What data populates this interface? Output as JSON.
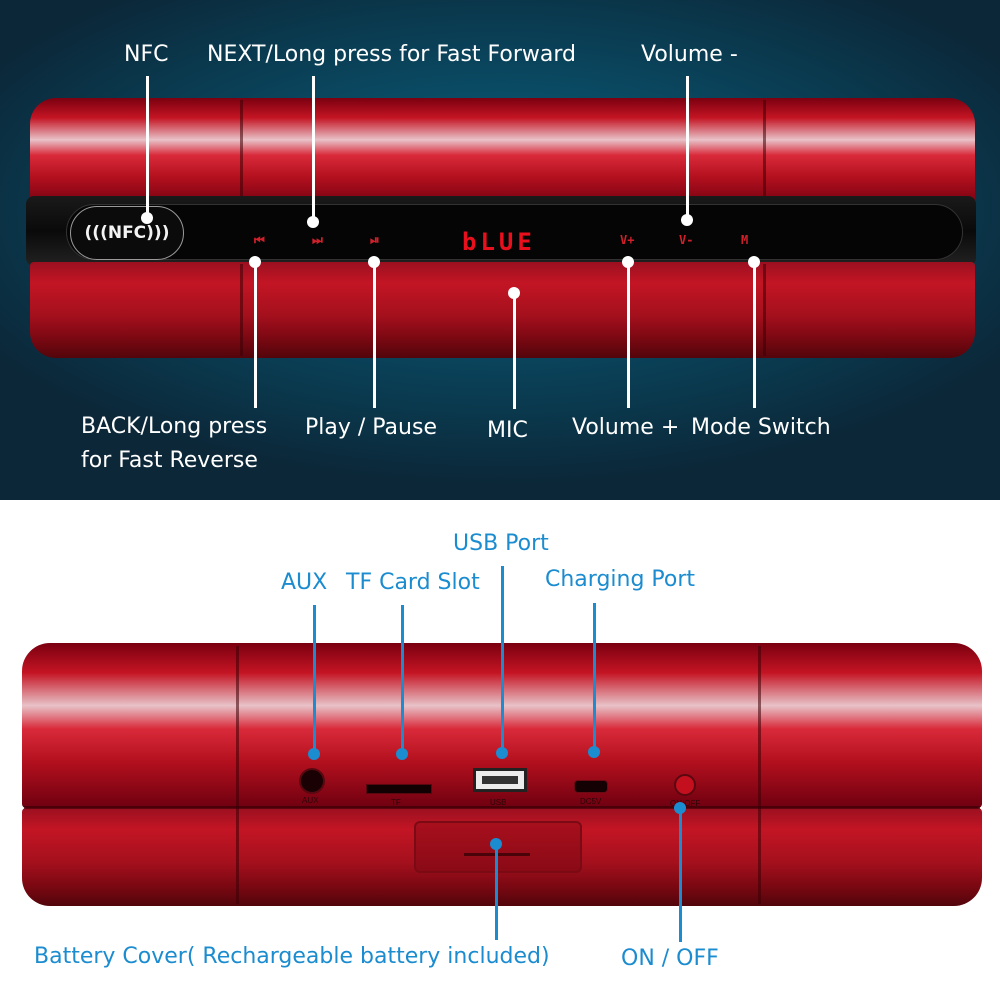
{
  "top": {
    "labels": {
      "nfc": "NFC",
      "next": "NEXT/Long press for Fast Forward",
      "volume_minus": "Volume -",
      "back_line1": "BACK/Long press",
      "back_line2": "for Fast Reverse",
      "play_pause": "Play / Pause",
      "mic": "MIC",
      "volume_plus": "Volume +",
      "mode_switch": "Mode Switch"
    },
    "nfc_badge": "(((NFC)))",
    "display_text": "bLUE",
    "button_glyphs": {
      "back": "⏮",
      "next": "⏭",
      "play": "⏯",
      "vplus": "V+",
      "vminus": "V-",
      "mode": "M"
    }
  },
  "bottom": {
    "labels": {
      "aux": "AUX",
      "tf": "TF Card Slot",
      "usb": "USB Port",
      "charging": "Charging Port",
      "battery": "Battery Cover( Rechargeable battery included)",
      "onoff": "ON / OFF"
    },
    "port_text": {
      "aux": "AUX",
      "tf": "TF",
      "usb": "USB",
      "dc": "DC5V",
      "onoff": "ON/OFF"
    }
  },
  "colors": {
    "speaker_red": "#c41423",
    "callout_blue": "#1b8ccf",
    "background_teal": "#0a4a63",
    "display_red": "#e8101c"
  }
}
